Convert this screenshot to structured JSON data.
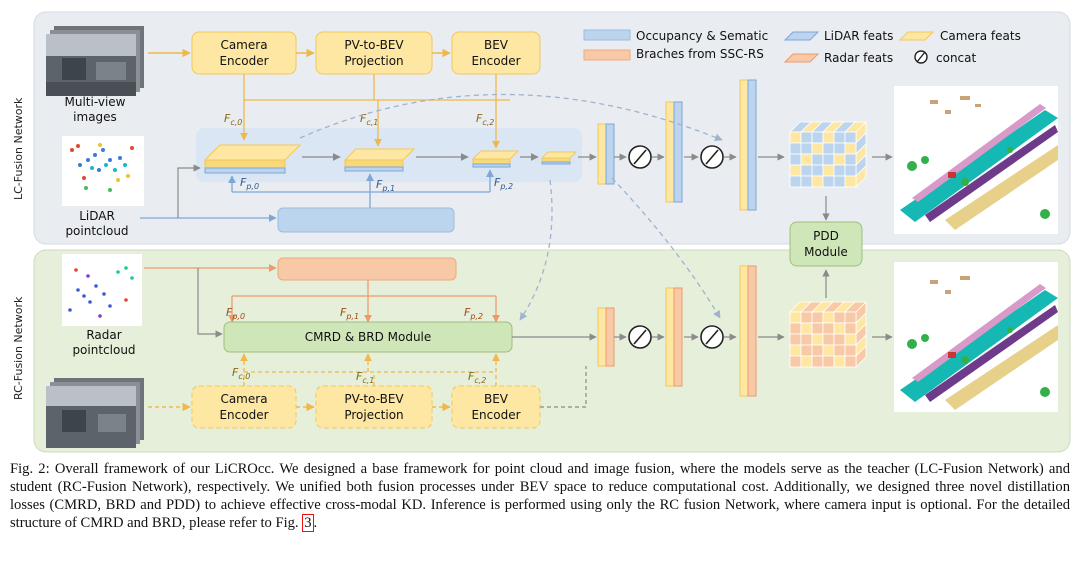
{
  "figure": {
    "lc_label": "LC-Fusion Network",
    "rc_label": "RC-Fusion Network",
    "lc_image_label": [
      "Multi-view",
      "images"
    ],
    "lidar_label": [
      "LiDAR",
      "pointcloud"
    ],
    "radar_label": [
      "Radar",
      "pointcloud"
    ],
    "camera_encoder": [
      "Camera",
      "Encoder"
    ],
    "pv_to_bev": [
      "PV-to-BEV",
      "Projection"
    ],
    "bev_encoder": [
      "BEV",
      "Encoder"
    ],
    "cmrd_brd": "CMRD & BRD Module",
    "pdd": [
      "PDD",
      "Module"
    ],
    "legend": {
      "occupancy": [
        "Occupancy & Sematic",
        "Braches from SSC-RS"
      ],
      "lidar": "LiDAR feats",
      "radar": "Radar feats",
      "camera": "Camera feats",
      "concat": "concat"
    },
    "f_c": [
      "F",
      "c,0",
      "c,1",
      "c,2"
    ],
    "f_p": [
      "F",
      "p,0",
      "p,1",
      "p,2"
    ],
    "colors": {
      "lc_bg": "#e8ebf0",
      "rc_bg": "#e6f0da",
      "yellow": "#fde7a3",
      "yellow_border": "#f3c85a",
      "blue": "#bcd4ee",
      "orange": "#f8c9a7",
      "green_box": "#cfe6b8",
      "arrow": "#808080"
    }
  },
  "caption": {
    "label": "Fig. 2:",
    "text": "Overall framework of our LiCROcc. We designed a base framework for point cloud and image fusion, where the models serve as the teacher (LC-Fusion Network) and student (RC-Fusion Network), respectively. We unified both fusion processes under BEV space to reduce computational cost. Additionally, we designed three novel distillation losses (CMRD, BRD and PDD) to achieve effective cross-modal KD. Inference is performed using only the RC fusion Network, where camera input is optional. For the detailed structure of CMRD and BRD, please refer to Fig.",
    "ref": "3",
    "end": "."
  }
}
